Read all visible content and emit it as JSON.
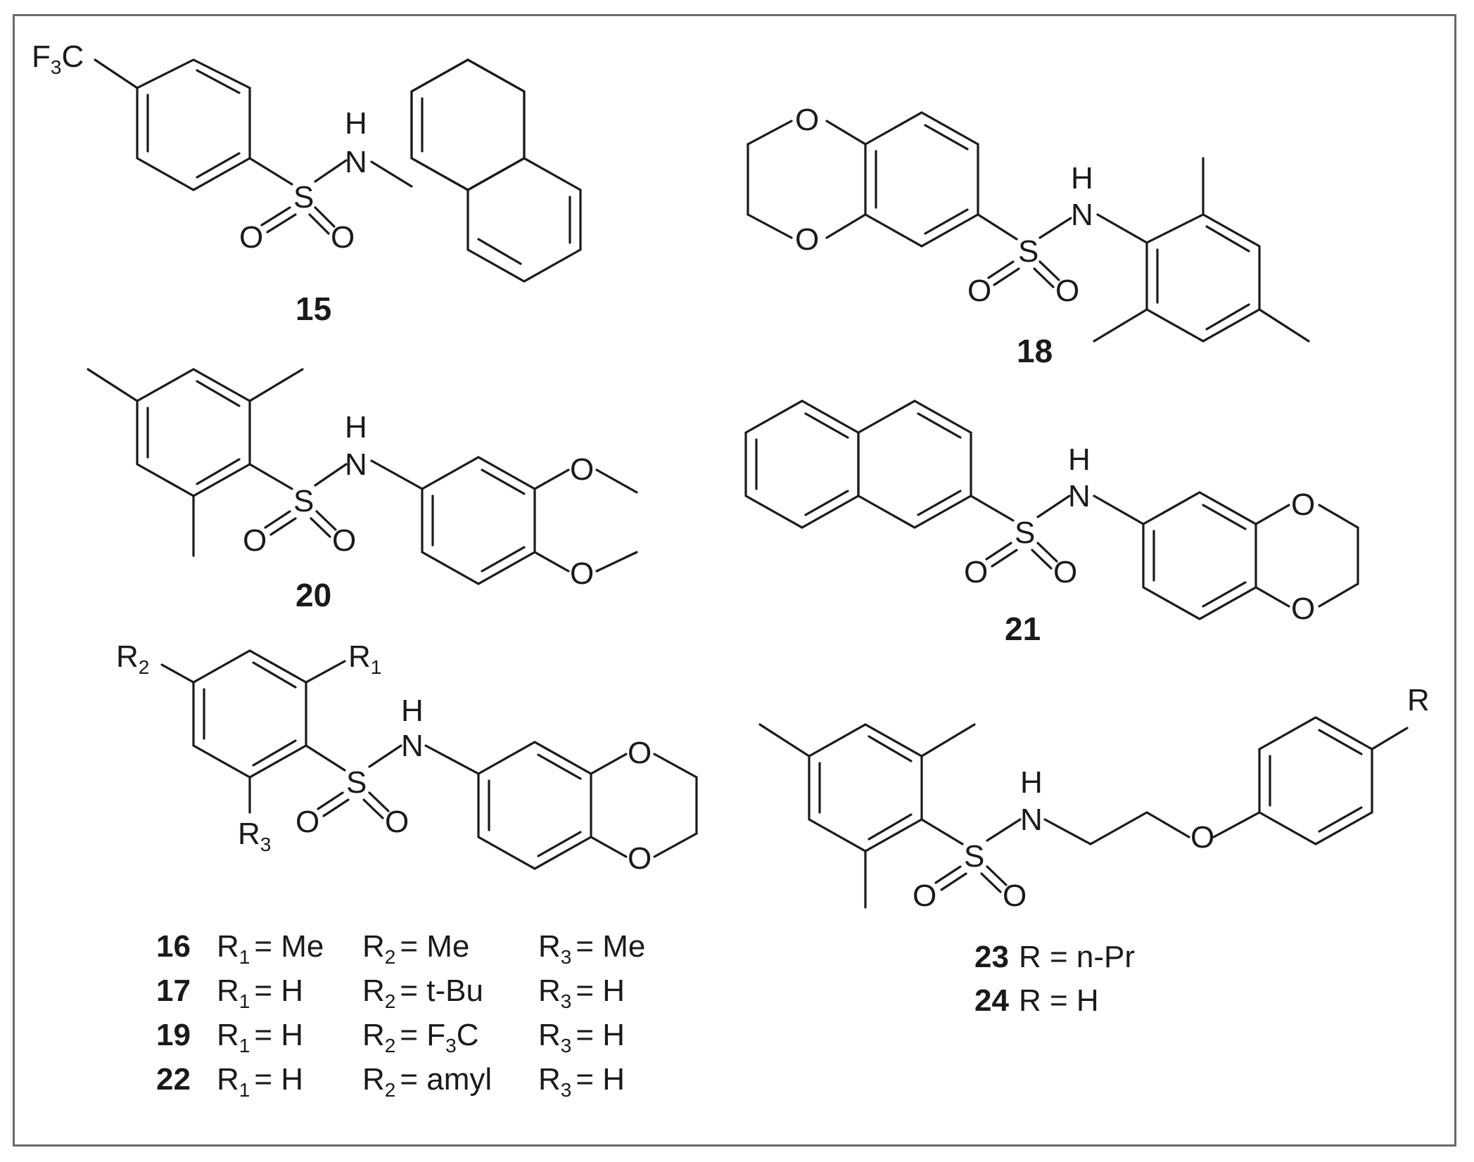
{
  "compounds": {
    "c15": {
      "id": "15",
      "labels": {
        "cf3_main": "F",
        "cf3_sub": "3",
        "cf3_tail": "C",
        "nh_h": "H",
        "nh_n": "N",
        "s": "S",
        "o1": "O",
        "o2": "O"
      }
    },
    "c18": {
      "id": "18",
      "labels": {
        "o_top": "O",
        "o_bot": "O",
        "nh_h": "H",
        "nh_n": "N",
        "s": "S",
        "o1": "O",
        "o2": "O"
      }
    },
    "c20": {
      "id": "20",
      "labels": {
        "nh_h": "H",
        "nh_n": "N",
        "s": "S",
        "o1": "O",
        "o2": "O",
        "ome1": "O",
        "ome2": "O"
      }
    },
    "c21": {
      "id": "21",
      "labels": {
        "nh_h": "H",
        "nh_n": "N",
        "s": "S",
        "o1": "O",
        "o2": "O",
        "o_top": "O",
        "o_bot": "O"
      }
    },
    "c16": {
      "labels": {
        "r2": "R",
        "r2_sub": "2",
        "r1": "R",
        "r1_sub": "1",
        "r3": "R",
        "r3_sub": "3",
        "nh_h": "H",
        "nh_n": "N",
        "s": "S",
        "o1": "O",
        "o2": "O",
        "o_top": "O",
        "o_bot": "O"
      }
    },
    "c23": {
      "labels": {
        "r": "R",
        "nh_h": "H",
        "nh_n": "N",
        "s": "S",
        "o1": "O",
        "o2": "O",
        "o_ether": "O"
      }
    }
  },
  "substituent_table": [
    {
      "id": "16",
      "r1": "Me",
      "r2": "Me",
      "r2_sub_text": "",
      "r3": "Me"
    },
    {
      "id": "17",
      "r1": "H",
      "r2": "t-Bu",
      "r2_sub_text": "",
      "r3": "H"
    },
    {
      "id": "19",
      "r1": "H",
      "r2": "F",
      "r2_sub_text": "3",
      "r2_tail": "C",
      "r3": "H"
    },
    {
      "id": "22",
      "r1": "H",
      "r2": "amyl",
      "r2_sub_text": "",
      "r3": "H"
    }
  ],
  "r_table": [
    {
      "id": "23",
      "text": "R = n-Pr"
    },
    {
      "id": "24",
      "text": "R = H"
    }
  ],
  "table_glyphs": {
    "r": "R",
    "eq": "=",
    "s1": "1",
    "s2": "2",
    "s3": "3"
  }
}
